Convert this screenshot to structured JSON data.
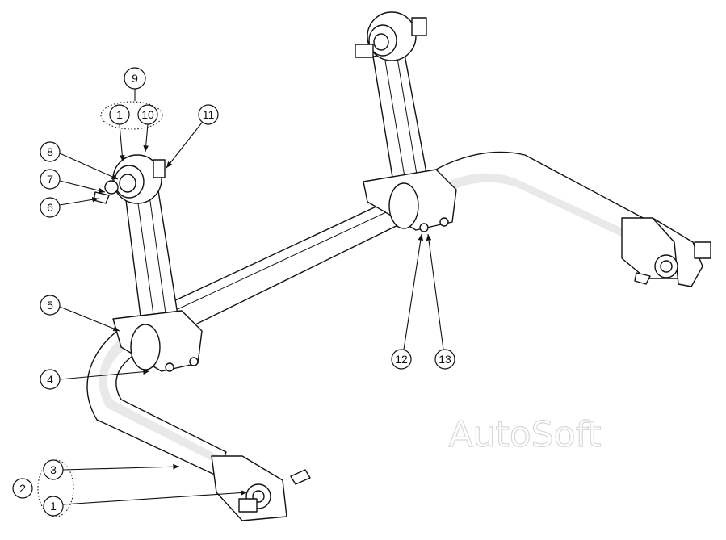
{
  "watermark": "AutoSoft",
  "callouts": {
    "c1_top": "1",
    "c10": "10",
    "c9": "9",
    "c11": "11",
    "c8": "8",
    "c7": "7",
    "c6": "6",
    "c5": "5",
    "c4": "4",
    "c12": "12",
    "c13": "13",
    "c3": "3",
    "c2": "2",
    "c1_bottom": "1"
  }
}
